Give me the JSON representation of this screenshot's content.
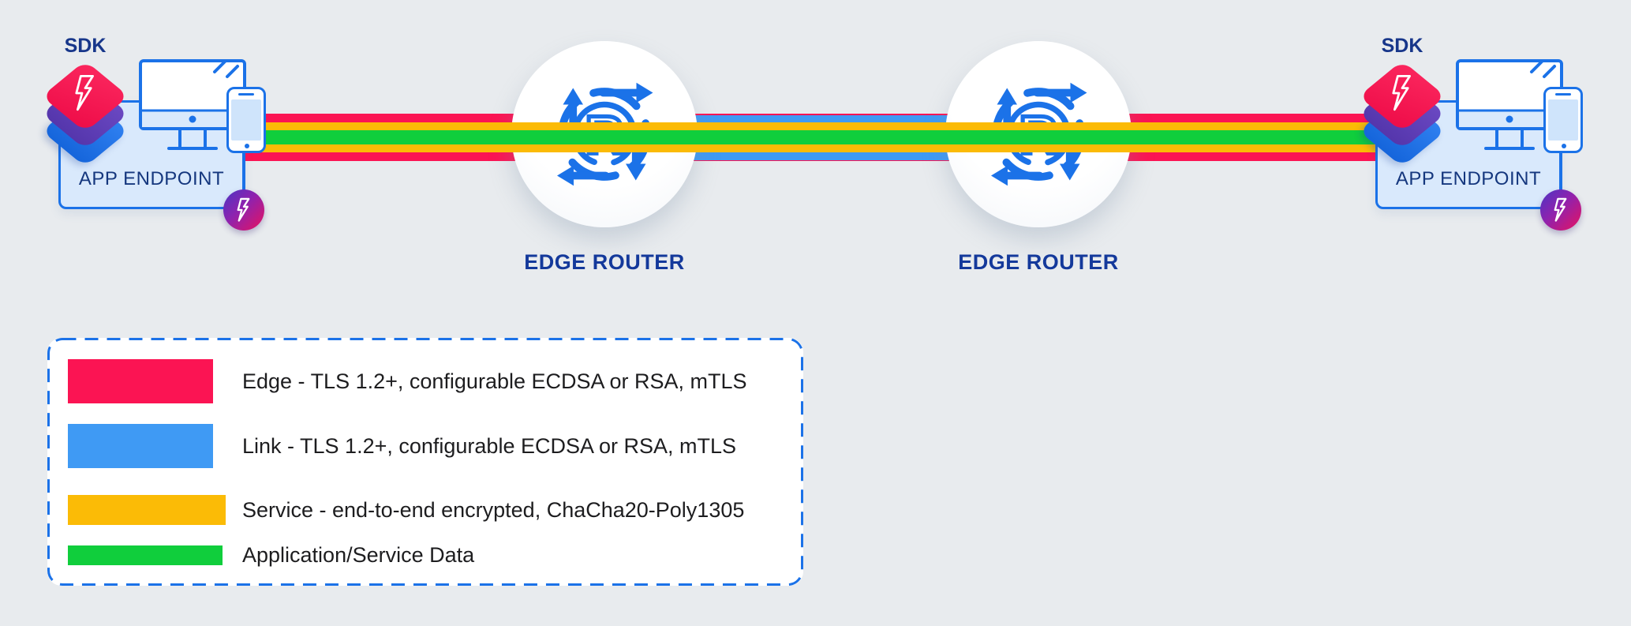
{
  "page": {
    "background": "#E8EBEE"
  },
  "colors": {
    "edge_red": "#FB1453",
    "link_blue": "#3F9AF4",
    "service_yellow": "#FBBB06",
    "data_green": "#10CE3C",
    "outline_blue": "#1B72E8",
    "navy_text": "#14399B",
    "box_fill": "#D9E9FC",
    "legend_text": "#1D1D1F"
  },
  "endpoints": {
    "left": {
      "sdk_label": "SDK",
      "label": "APP ENDPOINT"
    },
    "right": {
      "sdk_label": "SDK",
      "label": "APP ENDPOINT"
    }
  },
  "routers": [
    {
      "label": "EDGE ROUTER",
      "icon_letter": "R"
    },
    {
      "label": "EDGE ROUTER",
      "icon_letter": "R"
    }
  ],
  "stripes": {
    "edge": {
      "name": "Edge",
      "color": "#FB1453",
      "span": "app endpoint to edge router"
    },
    "link": {
      "name": "Link",
      "color": "#3F9AF4",
      "span": "edge router to edge router"
    },
    "service": {
      "name": "Service",
      "color": "#FBBB06",
      "span": "end to end"
    },
    "data": {
      "name": "Application/Service Data",
      "color": "#10CE3C",
      "span": "end to end"
    }
  },
  "legend": {
    "items": [
      {
        "key": "edge",
        "color": "#FB1453",
        "label": "Edge - TLS 1.2+, configurable ECDSA or RSA, mTLS"
      },
      {
        "key": "link",
        "color": "#3F9AF4",
        "label": "Link - TLS 1.2+, configurable ECDSA or RSA, mTLS"
      },
      {
        "key": "service",
        "color": "#FBBB06",
        "label": "Service - end-to-end encrypted, ChaCha20-Poly1305"
      },
      {
        "key": "data",
        "color": "#10CE3C",
        "label": "Application/Service Data"
      }
    ]
  },
  "icons": {
    "router": "circular-routing-arrows-with-R",
    "sdk_stack": "stacked-rounded-diamonds-with-lightning-bolt",
    "monitor": "desktop-monitor",
    "phone": "smartphone",
    "badge": "lightning-bolt-gradient-circle"
  }
}
